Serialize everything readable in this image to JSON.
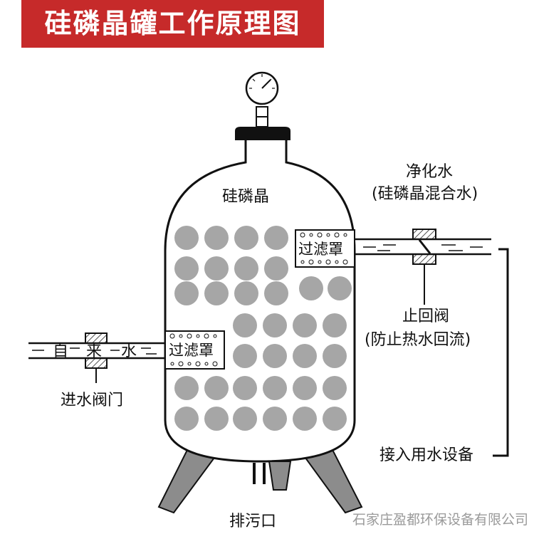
{
  "title": "硅磷晶罐工作原理图",
  "labels": {
    "silicon_crystal": "硅磷晶",
    "filter_top": "过滤罩",
    "filter_left": "过滤罩",
    "purified_water": "净化水",
    "mixed_water": "(硅磷晶混合水)",
    "check_valve": "止回阀",
    "check_valve_note": "(防止热水回流)",
    "inlet_char_1": "自",
    "inlet_char_2": "来",
    "inlet_char_3": "水",
    "inlet_valve": "进水阀门",
    "to_equipment": "接入用水设备",
    "drain": "排污口"
  },
  "watermark": "石家庄盈都环保设备有限公司",
  "colors": {
    "title_bg": "#c62a2a",
    "title_text": "#ffffff",
    "ball": "#a6a6a6",
    "leg": "#8c8c8c",
    "outline": "#111111"
  }
}
